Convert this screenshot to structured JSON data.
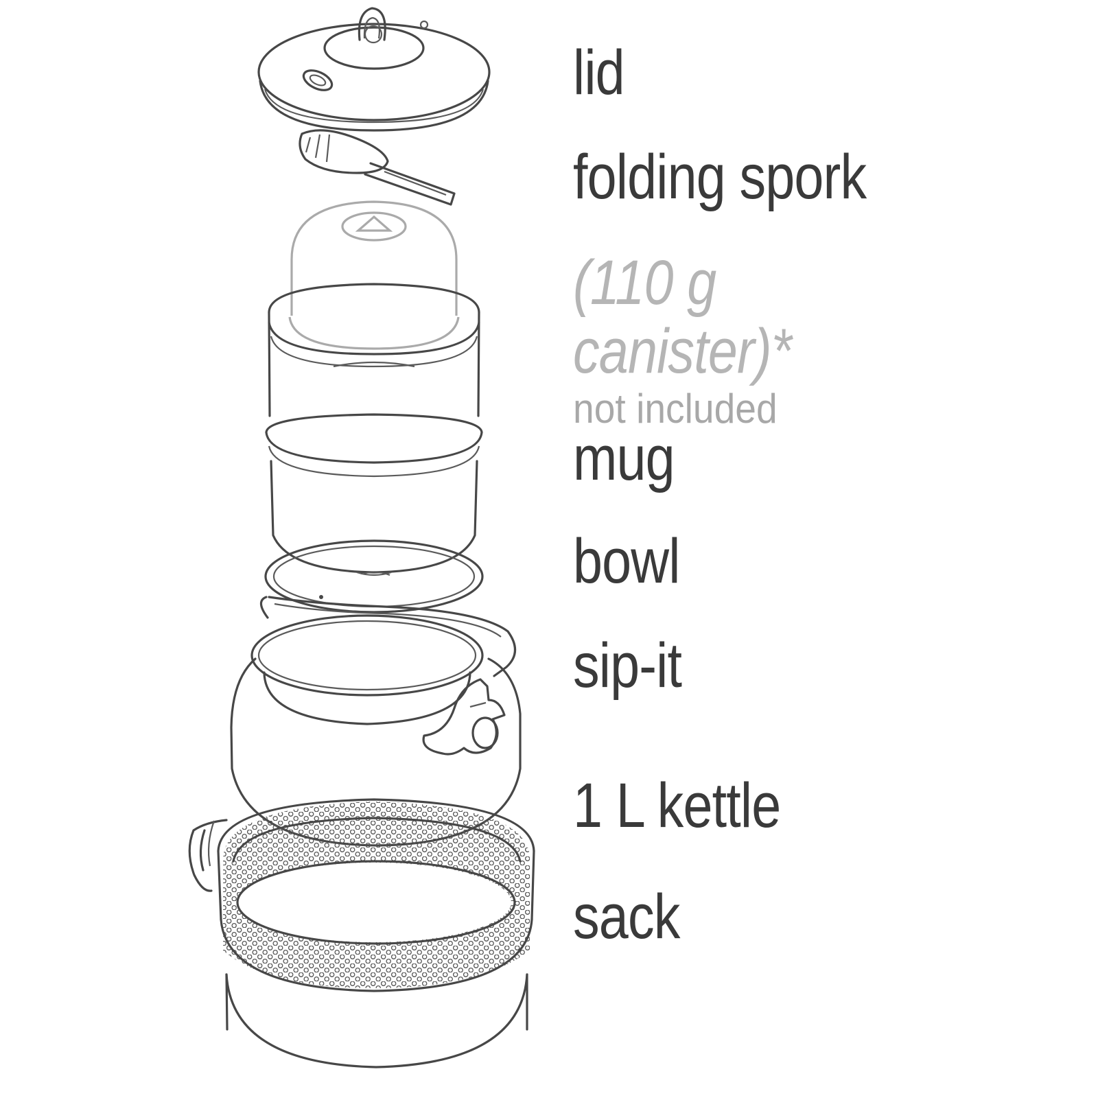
{
  "labels": {
    "lid": "lid",
    "spork": "folding spork",
    "canister_line1": "(110 g",
    "canister_line2": "canister)*",
    "not_included": "not included",
    "mug": "mug",
    "bowl": "bowl",
    "sipit": "sip-it",
    "kettle": "1 L kettle",
    "sack": "sack"
  },
  "colors": {
    "line": "#474747",
    "text": "#3a3a3a",
    "muted_text": "#b5b5b5",
    "canister_line": "#aaaaaa"
  }
}
